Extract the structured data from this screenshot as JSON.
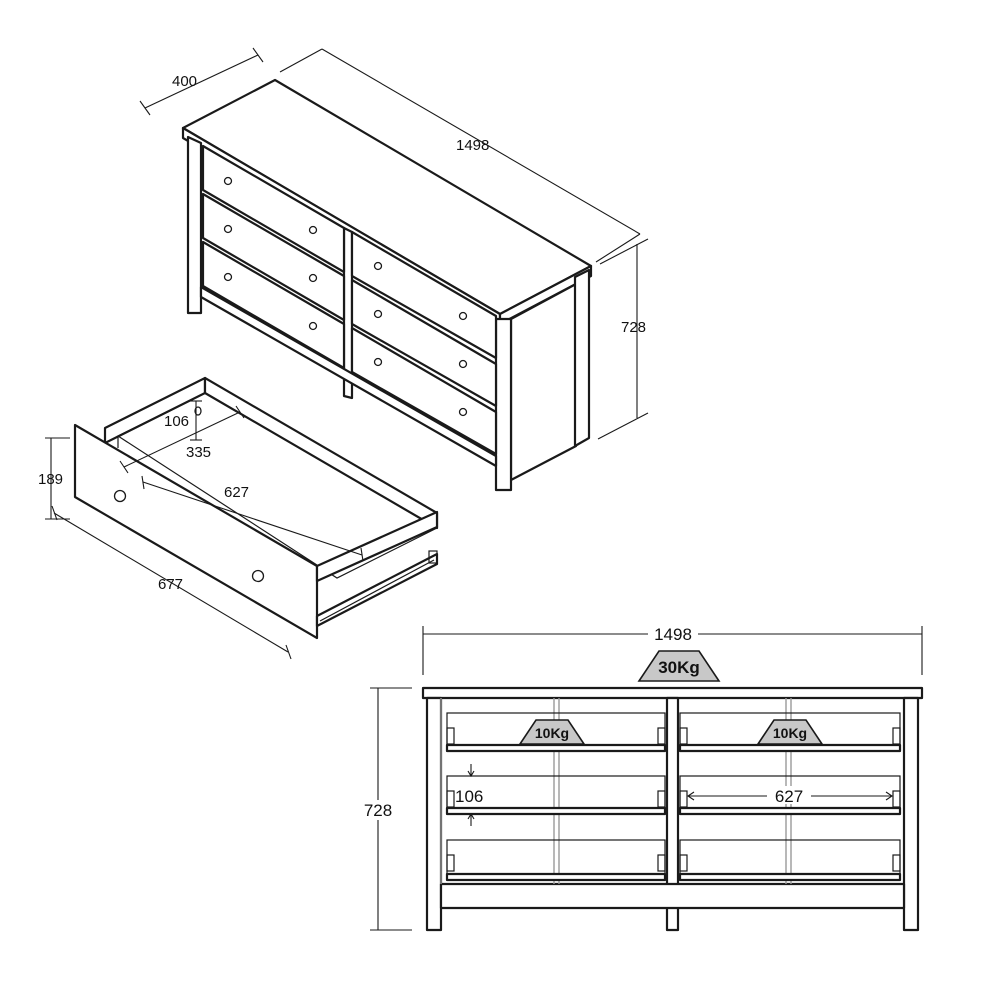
{
  "iso_view": {
    "depth_label": "400",
    "width_label": "1498",
    "height_label": "728"
  },
  "drawer_view": {
    "inner_height_label": "106",
    "inner_width_label": "335",
    "inner_depth_label": "627",
    "front_height_label": "189",
    "front_depth_label": "677"
  },
  "front_view": {
    "width_label": "1498",
    "height_label": "728",
    "top_load_label": "30Kg",
    "drawer_load_left_label": "10Kg",
    "drawer_load_right_label": "10Kg",
    "drawer_height_label": "106",
    "drawer_depth_label": "627"
  },
  "colors": {
    "line": "#1a1a1a",
    "badge_fill": "#c8c8c8",
    "background": "#ffffff"
  }
}
